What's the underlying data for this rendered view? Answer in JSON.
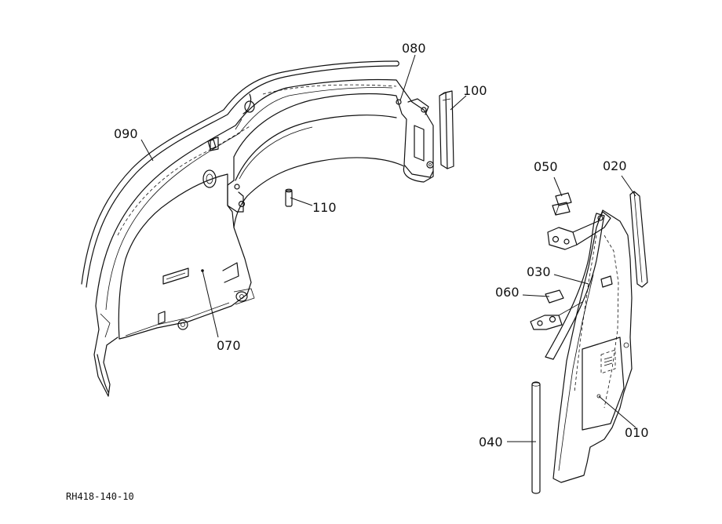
{
  "drawing_ref": "RH418-140-10",
  "parts": {
    "p010": "010",
    "p020": "020",
    "p030": "030",
    "p040": "040",
    "p050": "050",
    "p060": "060",
    "p070": "070",
    "p080": "080",
    "p090": "090",
    "p100": "100",
    "p110": "110"
  }
}
